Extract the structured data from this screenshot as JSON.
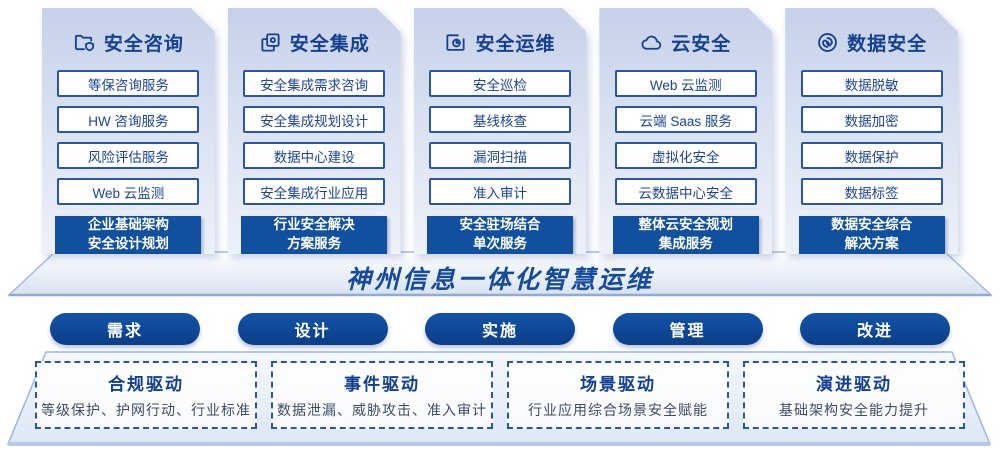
{
  "colors": {
    "accent_blue": "#11509e",
    "border_blue": "#2b55a7",
    "title_blue": "#16418f",
    "banner_text": "#164a9b",
    "card_gradient_top": "#c6d1ea",
    "card_gradient_bottom": "#edf1f9",
    "platform_fill": "#e3ebf7"
  },
  "columns": [
    {
      "icon": "consulting-icon",
      "title": "安全咨询",
      "items": [
        "等保咨询服务",
        "HW 咨询服务",
        "风险评估服务",
        "Web 云监测"
      ],
      "highlight": "企业基础架构\n安全设计规划"
    },
    {
      "icon": "integration-icon",
      "title": "安全集成",
      "items": [
        "安全集成需求咨询",
        "安全集成规划设计",
        "数据中心建设",
        "安全集成行业应用"
      ],
      "highlight": "行业安全解决\n方案服务"
    },
    {
      "icon": "operations-icon",
      "title": "安全运维",
      "items": [
        "安全巡检",
        "基线核查",
        "漏洞扫描",
        "准入审计"
      ],
      "highlight": "安全驻场结合\n单次服务"
    },
    {
      "icon": "cloud-icon",
      "title": "云安全",
      "items": [
        "Web 云监测",
        "云端 Saas 服务",
        "虚拟化安全",
        "云数据中心安全"
      ],
      "highlight": "整体云安全规划\n集成服务"
    },
    {
      "icon": "fingerprint-icon",
      "title": "数据安全",
      "items": [
        "数据脱敏",
        "数据加密",
        "数据保护",
        "数据标签"
      ],
      "highlight": "数据安全综合\n解决方案"
    }
  ],
  "banner": {
    "title": "神州信息一体化智慧运维"
  },
  "pills": [
    "需求",
    "设计",
    "实施",
    "管理",
    "改进"
  ],
  "drivers": [
    {
      "title": "合规驱动",
      "desc": "等级保护、护网行动、行业标准"
    },
    {
      "title": "事件驱动",
      "desc": "数据泄漏、威胁攻击、准入审计"
    },
    {
      "title": "场景驱动",
      "desc": "行业应用综合场景安全赋能"
    },
    {
      "title": "演进驱动",
      "desc": "基础架构安全能力提升"
    }
  ]
}
